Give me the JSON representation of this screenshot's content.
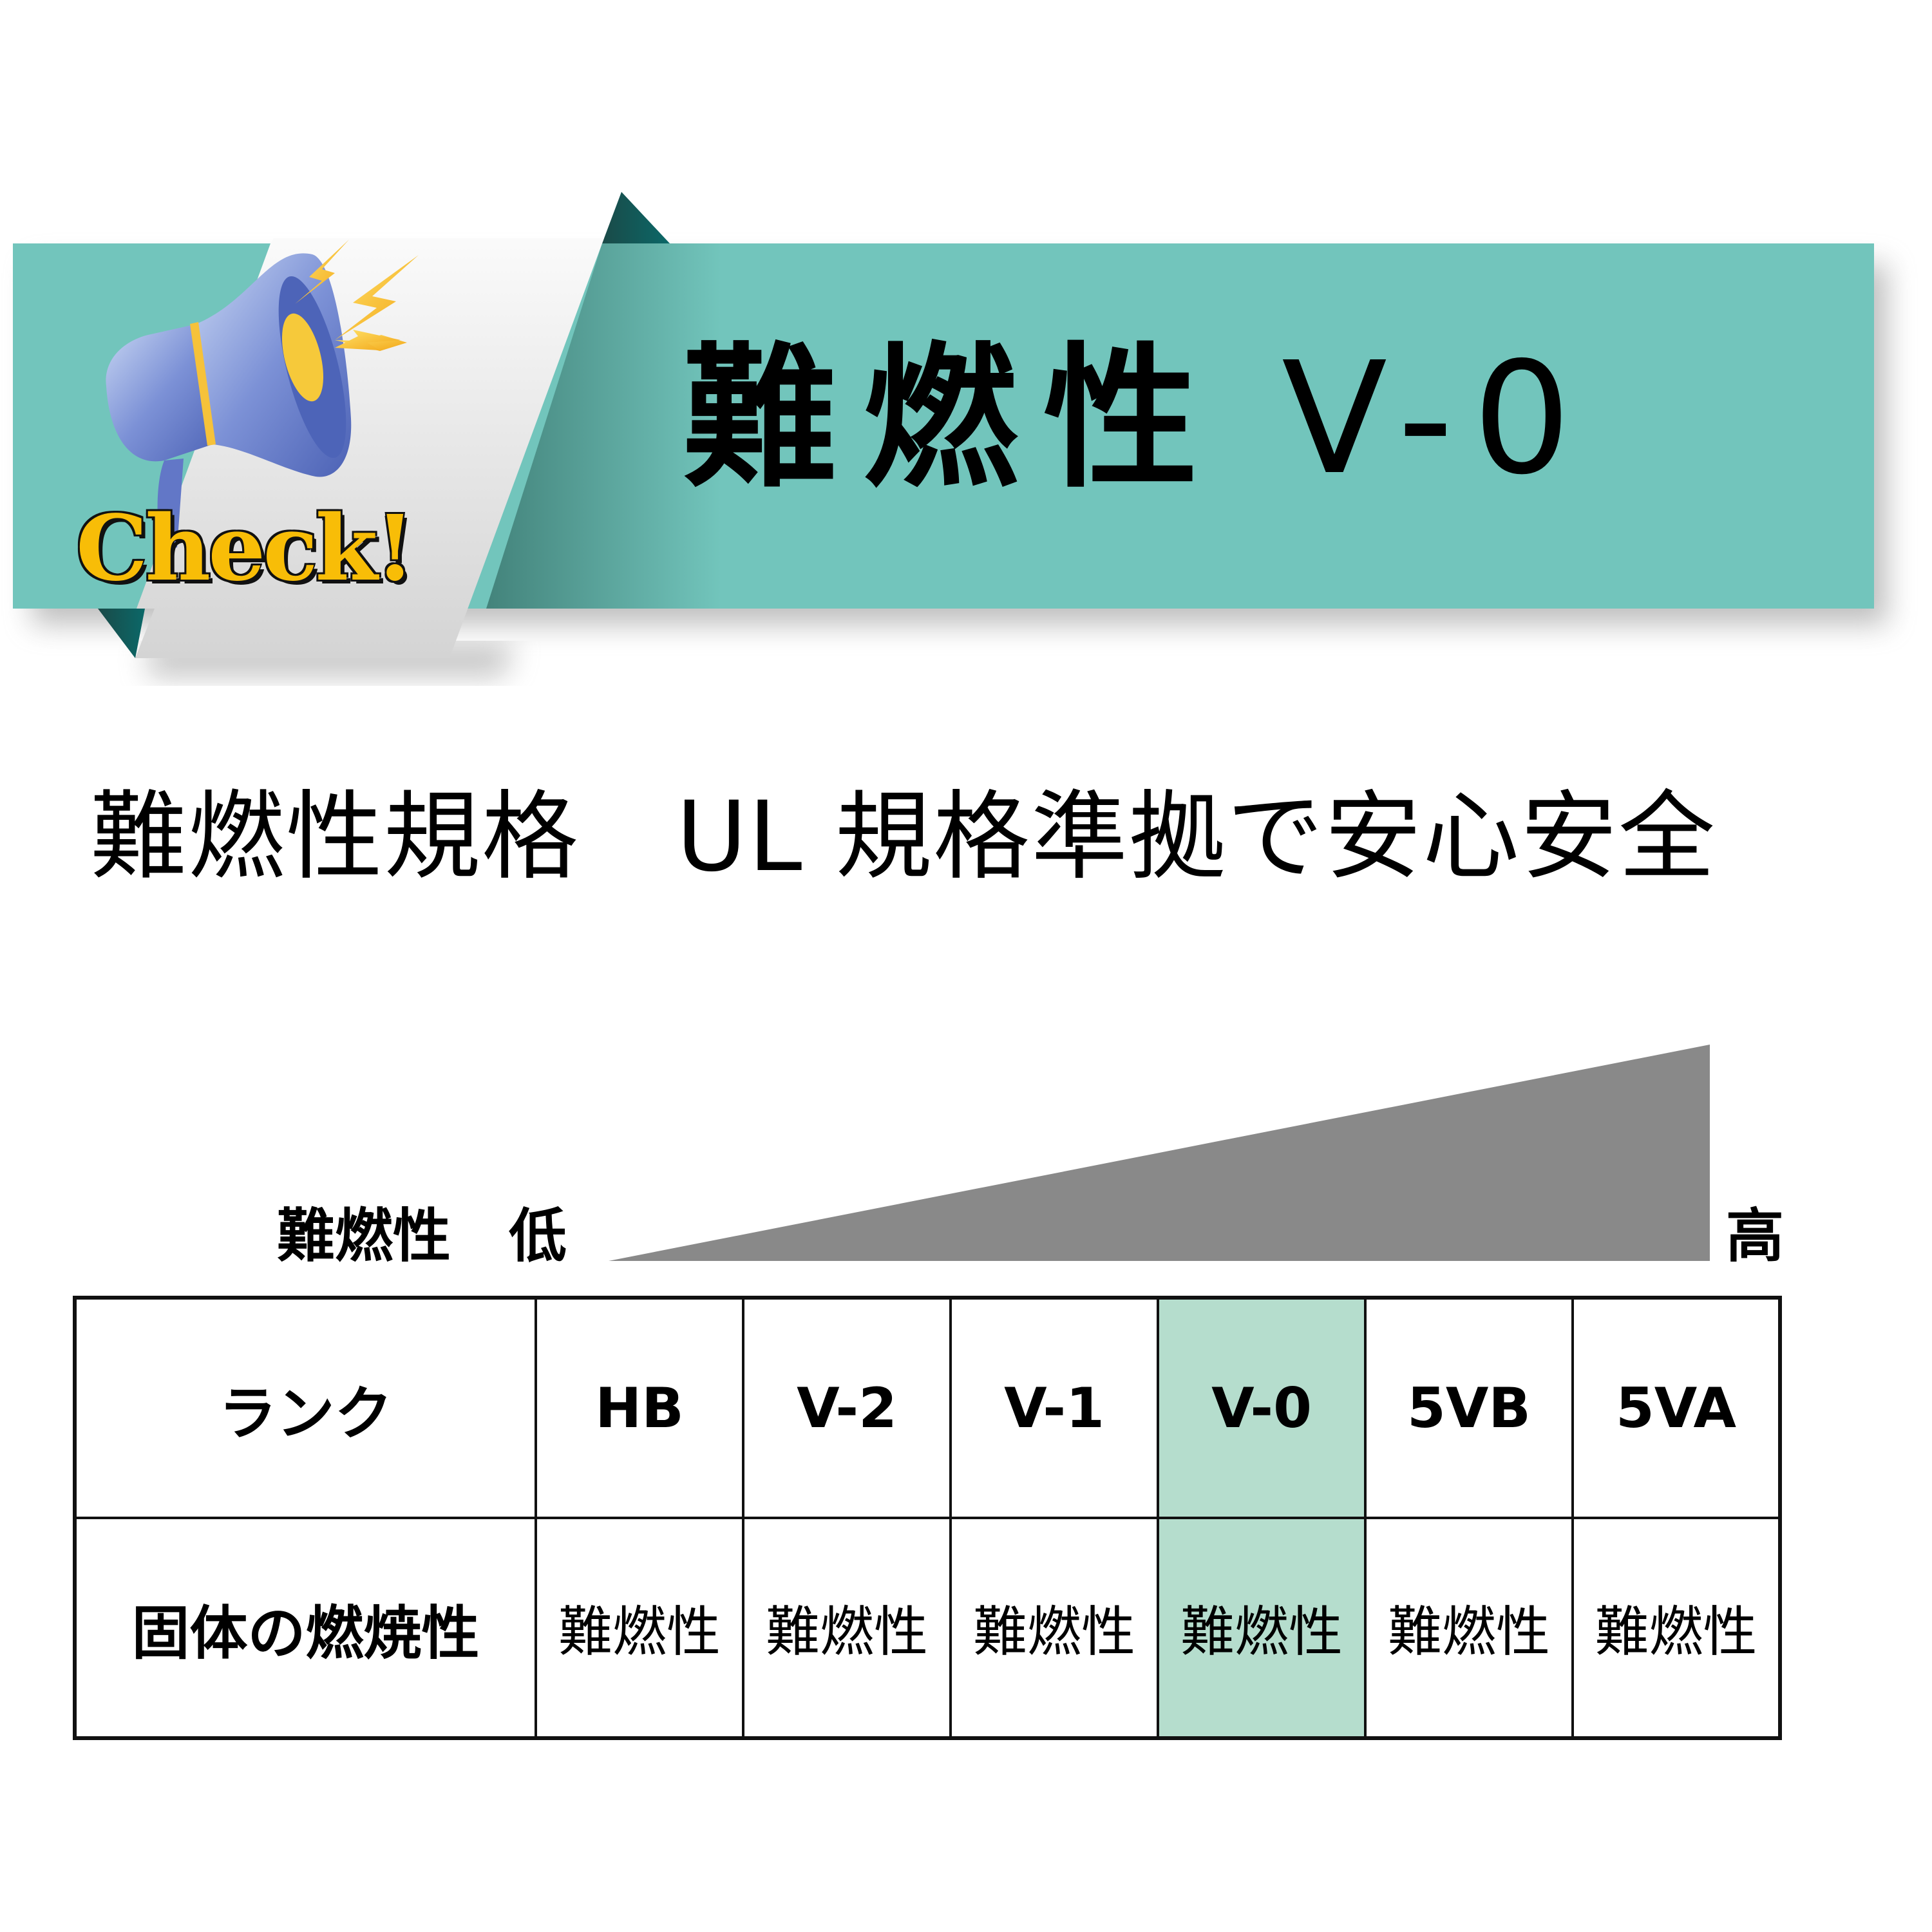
{
  "banner": {
    "badge_text": "Check!",
    "badge_icon": "megaphone-icon",
    "title": "難燃性",
    "title_code": "V-0",
    "colors": {
      "banner_teal": "#72c5bc",
      "flap_dark_teal": "#0f5f5e",
      "ribbon_light": "#eeeeee",
      "megaphone_blue": "#6f86cf",
      "accent_yellow": "#f8bd07"
    }
  },
  "subtitle": {
    "part1": "難燃性規格",
    "part2": "UL 規格準拠で安心安全"
  },
  "scale": {
    "label": "難燃性",
    "low": "低",
    "high": "高",
    "triangle_color": "#898989"
  },
  "table": {
    "row_headers": [
      "ランク",
      "固体の燃焼性"
    ],
    "ranks": [
      "HB",
      "V-2",
      "V-1",
      "V-0",
      "5VB",
      "5VA"
    ],
    "values": [
      "難燃性",
      "難燃性",
      "難燃性",
      "難燃性",
      "難燃性",
      "難燃性"
    ],
    "highlighted_rank": "V-0",
    "highlight_color": "#b5ddcd"
  }
}
